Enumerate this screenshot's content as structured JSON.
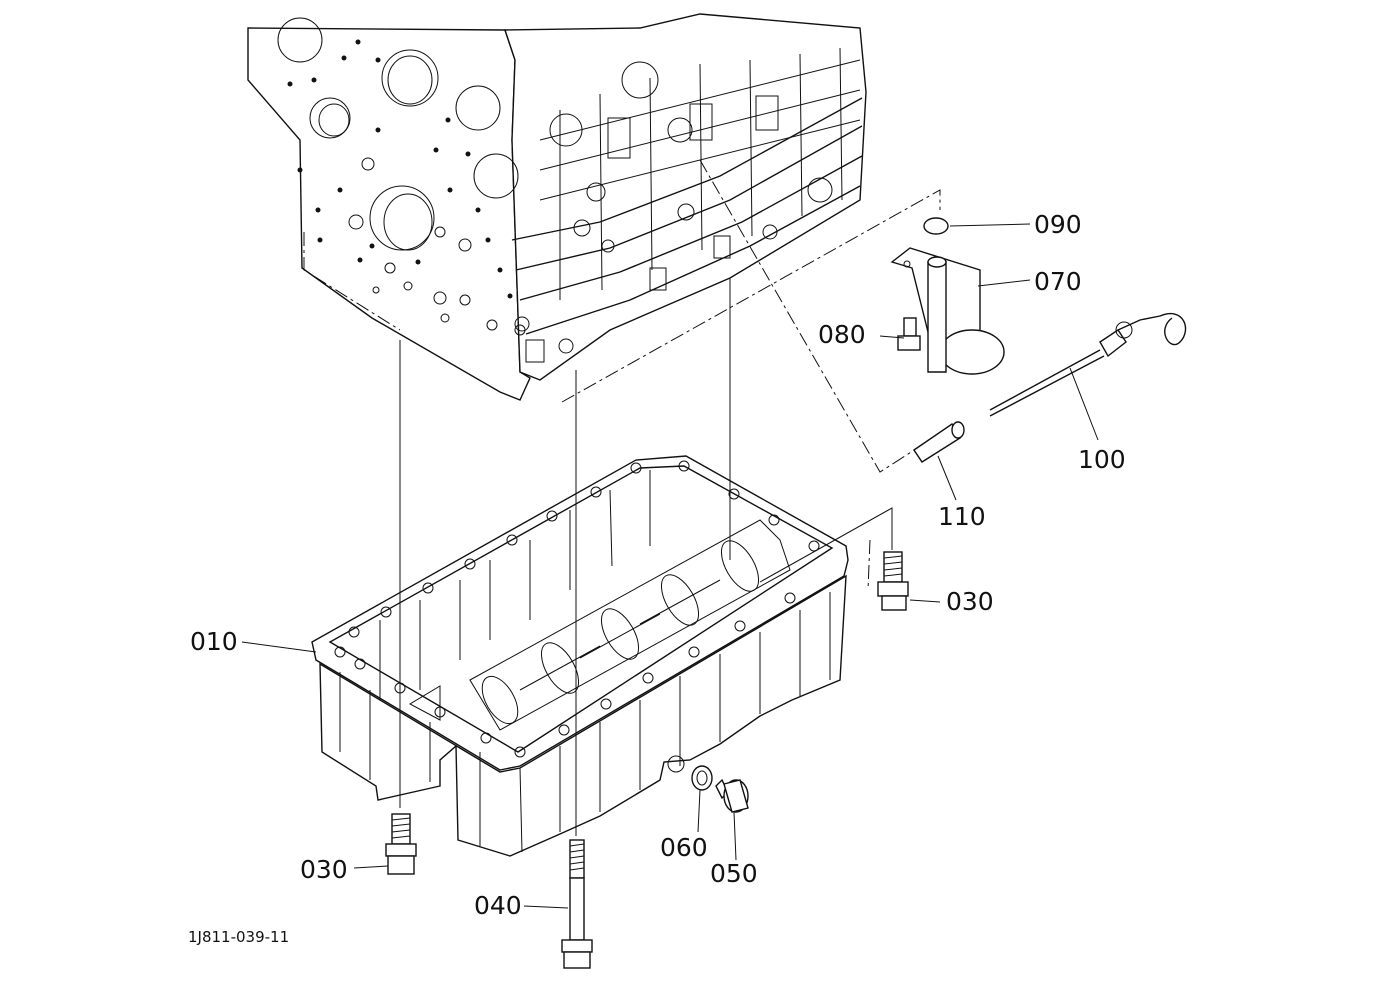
{
  "diagram_code": "1J811-039-11",
  "callouts": [
    {
      "id": "p010",
      "label": "010"
    },
    {
      "id": "p030a",
      "label": "030"
    },
    {
      "id": "p030b",
      "label": "030"
    },
    {
      "id": "p040",
      "label": "040"
    },
    {
      "id": "p050",
      "label": "050"
    },
    {
      "id": "p060",
      "label": "060"
    },
    {
      "id": "p070",
      "label": "070"
    },
    {
      "id": "p080",
      "label": "080"
    },
    {
      "id": "p090",
      "label": "090"
    },
    {
      "id": "p100",
      "label": "100"
    },
    {
      "id": "p110",
      "label": "110"
    }
  ]
}
